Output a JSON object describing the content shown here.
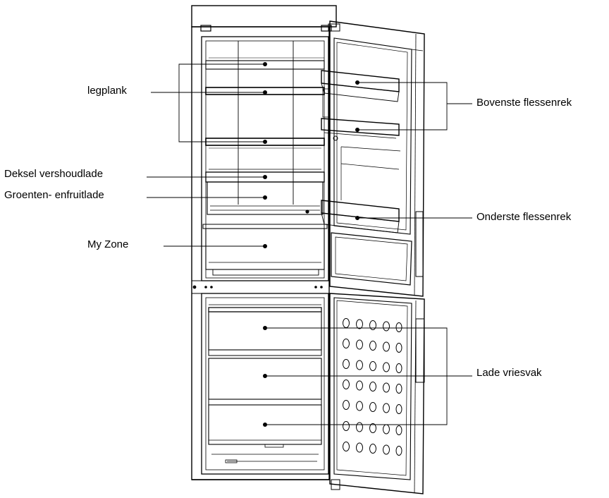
{
  "labels": {
    "legplank": "legplank",
    "deksel": "Deksel vershoudlade",
    "groenten": "Groenten- enfruitlade",
    "myzone": "My Zone",
    "bovenste": "Bovenste flessenrek",
    "onderste": "Onderste flessenrek",
    "vriesvak": "Lade vriesvak"
  },
  "colors": {
    "line": "#000000",
    "background": "#ffffff"
  }
}
